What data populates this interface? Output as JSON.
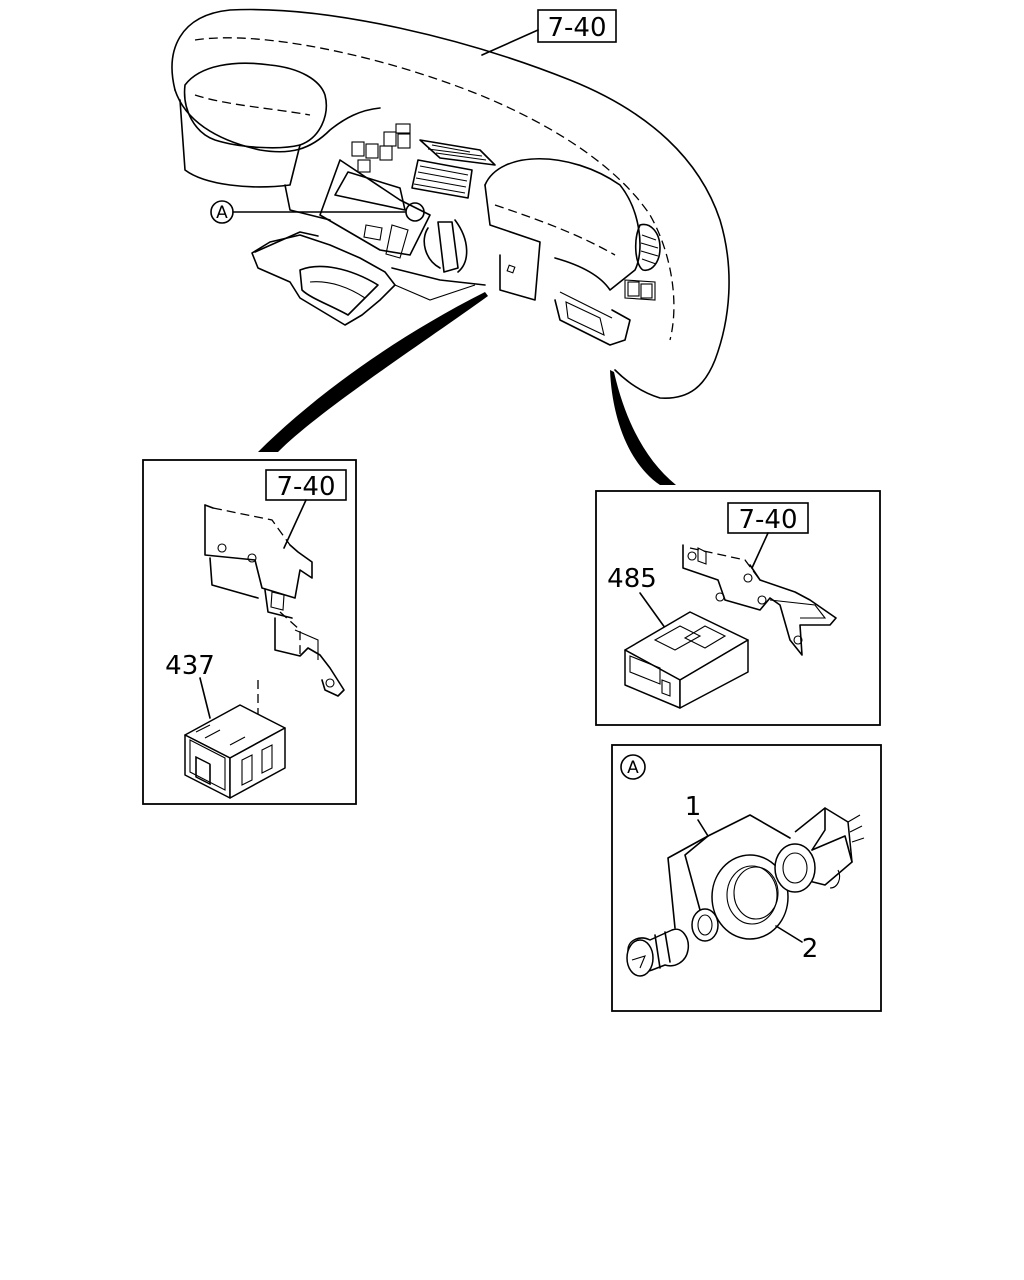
{
  "diagram": {
    "callouts": {
      "main_ref": "7-40",
      "left_ref": "7-40",
      "right_ref": "7-40",
      "part_437": "437",
      "part_485": "485",
      "detail_marker": "A",
      "detail_box_marker": "A",
      "part_1": "1",
      "part_2": "2"
    }
  }
}
